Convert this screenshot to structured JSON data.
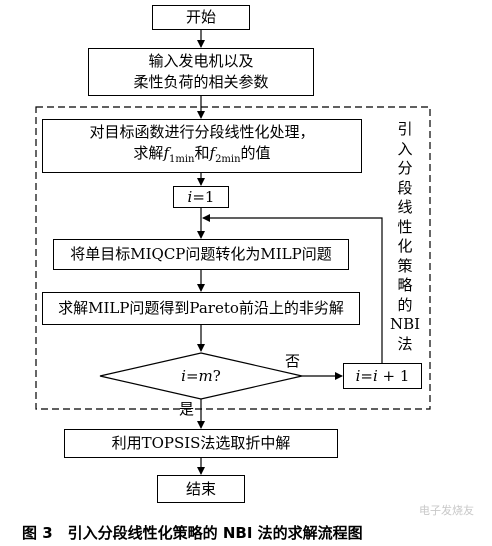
{
  "nodes": {
    "start": "开始",
    "input_l1": "输入发电机以及",
    "input_l2": "柔性负荷的相关参数",
    "linearize_l1": "对目标函数进行分段线性化处理，",
    "linearize_l2a": "求解",
    "f1": "f",
    "f1_sub": "1min",
    "linearize_l2b": "和",
    "f2": "f",
    "f2_sub": "2min",
    "linearize_l2c": "的值",
    "init_i": "i",
    "init_eq": "=1",
    "convert": "将单目标MIQCP问题转化为MILP问题",
    "solve": "求解MILP问题得到Pareto前沿上的非劣解",
    "decision_i": "i",
    "decision_eq": "=",
    "decision_m": "m",
    "decision_q": "?",
    "increment_a": "i",
    "increment_b": "=",
    "increment_c": "i",
    "increment_d": " + 1",
    "topsis": "利用TOPSIS法选取折中解",
    "end": "结束"
  },
  "edges": {
    "no_label": "否",
    "yes_label": "是"
  },
  "group_label": [
    "引",
    "入",
    "分",
    "段",
    "线",
    "性",
    "化",
    "策",
    "略",
    "的",
    "NBI",
    "法"
  ],
  "caption": "图 3　引入分段线性化策略的 NBI 法的求解流程图",
  "watermark": "电子发烧友"
}
